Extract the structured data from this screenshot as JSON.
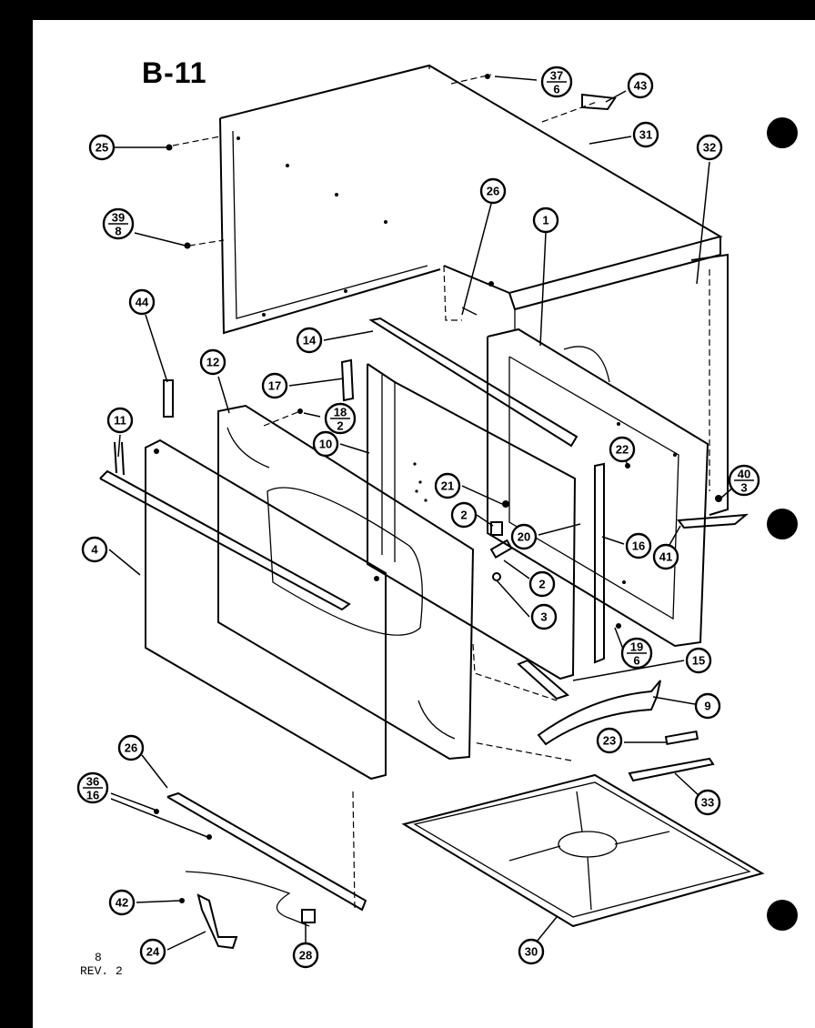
{
  "page": {
    "title": "B-11",
    "page_number": "8",
    "revision": "REV. 2"
  },
  "callouts": [
    {
      "id": "c-37-6",
      "top": "37",
      "bottom": "6"
    },
    {
      "id": "c-43",
      "label": "43"
    },
    {
      "id": "c-31",
      "label": "31"
    },
    {
      "id": "c-32a",
      "label": "32"
    },
    {
      "id": "c-25",
      "label": "25"
    },
    {
      "id": "c-39-8",
      "top": "39",
      "bottom": "8"
    },
    {
      "id": "c-26a",
      "label": "26"
    },
    {
      "id": "c-1",
      "label": "1"
    },
    {
      "id": "c-44",
      "label": "44"
    },
    {
      "id": "c-14",
      "label": "14"
    },
    {
      "id": "c-12",
      "label": "12"
    },
    {
      "id": "c-17",
      "label": "17"
    },
    {
      "id": "c-18-2",
      "top": "18",
      "bottom": "2"
    },
    {
      "id": "c-11",
      "label": "11"
    },
    {
      "id": "c-10",
      "label": "10"
    },
    {
      "id": "c-22",
      "label": "22"
    },
    {
      "id": "c-40-3",
      "top": "40",
      "bottom": "3"
    },
    {
      "id": "c-21",
      "label": "21"
    },
    {
      "id": "c-2a",
      "label": "2"
    },
    {
      "id": "c-20",
      "label": "20"
    },
    {
      "id": "c-16",
      "label": "16"
    },
    {
      "id": "c-41",
      "label": "41"
    },
    {
      "id": "c-4",
      "label": "4"
    },
    {
      "id": "c-2b",
      "label": "2"
    },
    {
      "id": "c-3",
      "label": "3"
    },
    {
      "id": "c-19-6",
      "top": "19",
      "bottom": "6"
    },
    {
      "id": "c-15",
      "label": "15"
    },
    {
      "id": "c-9",
      "label": "9"
    },
    {
      "id": "c-23",
      "label": "23"
    },
    {
      "id": "c-26b",
      "label": "26"
    },
    {
      "id": "c-36-16",
      "top": "36",
      "bottom": "16"
    },
    {
      "id": "c-33",
      "label": "33"
    },
    {
      "id": "c-42",
      "label": "42"
    },
    {
      "id": "c-30",
      "label": "30"
    },
    {
      "id": "c-24",
      "label": "24"
    },
    {
      "id": "c-28",
      "label": "28"
    }
  ]
}
